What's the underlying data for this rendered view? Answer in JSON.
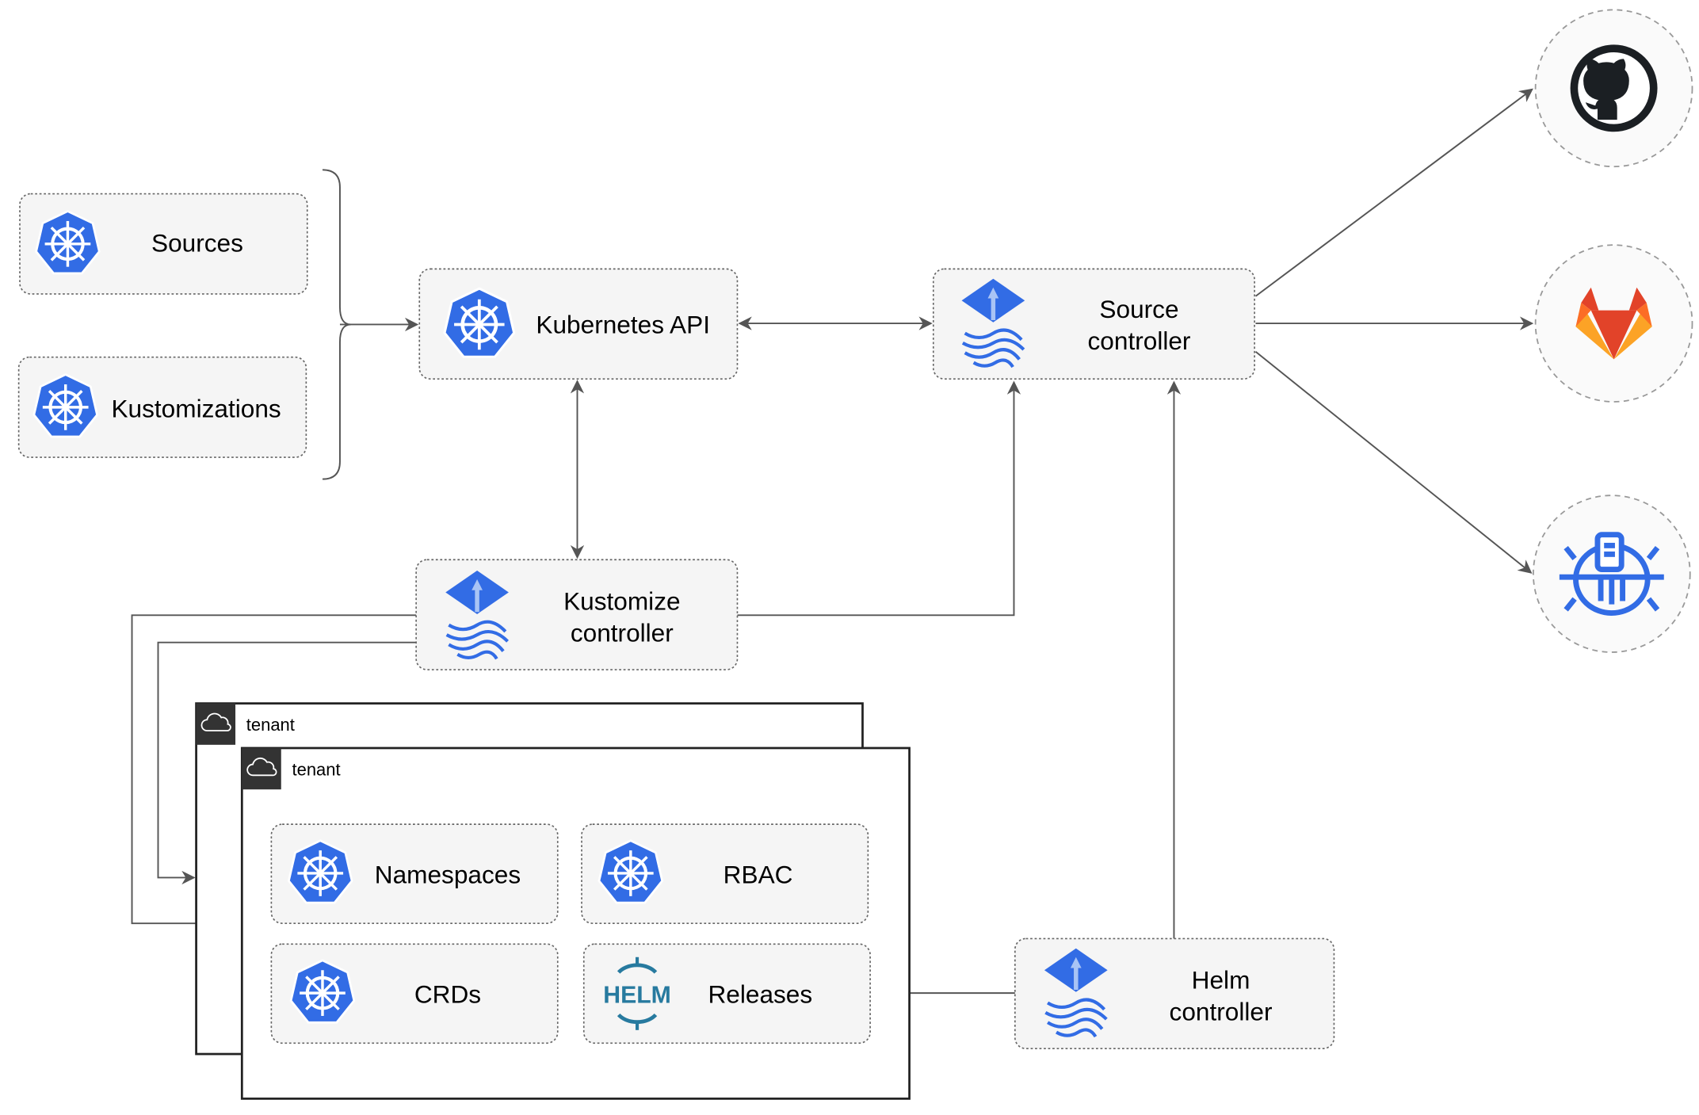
{
  "nodes": {
    "sources": "Sources",
    "kustomizations": "Kustomizations",
    "kubernetes_api": "Kubernetes API",
    "source_controller": [
      "Source",
      "controller"
    ],
    "kustomize_controller": [
      "Kustomize",
      "controller"
    ],
    "helm_controller": [
      "Helm",
      "controller"
    ],
    "namespaces": "Namespaces",
    "rbac": "RBAC",
    "crds": "CRDs",
    "releases": "Releases"
  },
  "tenants": [
    "tenant",
    "tenant"
  ],
  "logos": {
    "helm": "HELM"
  },
  "external_icons": [
    "github-icon",
    "gitlab-icon",
    "helm-repository-icon"
  ],
  "colors": {
    "kubernetes_blue": "#326ce5",
    "helm_teal": "#277a9f",
    "gitlab_orange": "#e24329",
    "gitlab_yellow": "#fca326",
    "github_dark": "#1b1f23",
    "edge": "#555555"
  }
}
